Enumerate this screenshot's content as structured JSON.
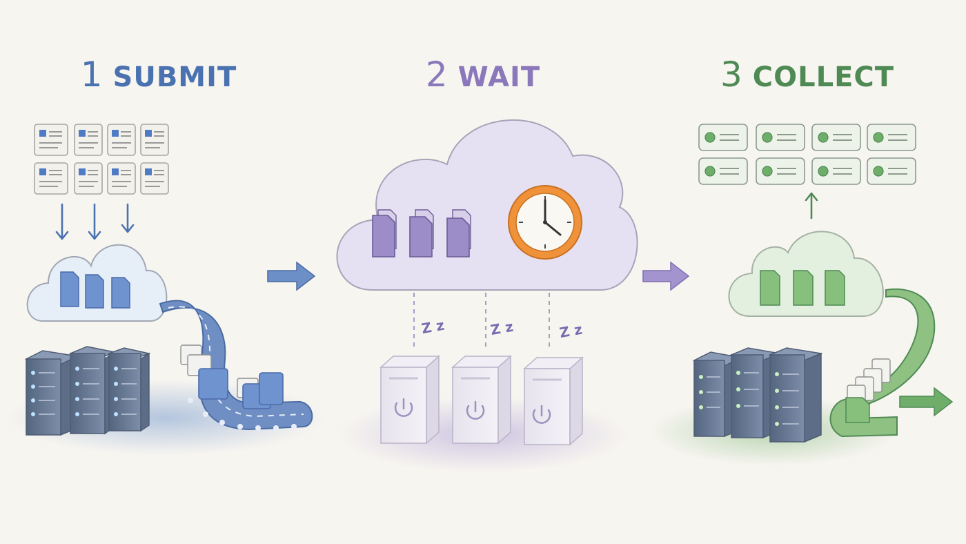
{
  "steps": [
    {
      "number": "1",
      "label": "SUBMIT"
    },
    {
      "number": "2",
      "label": "WAIT"
    },
    {
      "number": "3",
      "label": "COLLECT"
    }
  ],
  "sleep_text": "Z z",
  "colors": {
    "submit": "#4a72b0",
    "wait": "#8a78bb",
    "collect": "#4f8a55",
    "clock": "#f0923a",
    "background": "#f7f5f0"
  },
  "icons": [
    "document-icon",
    "file-icon",
    "cloud-icon",
    "server-icon",
    "conveyor-icon",
    "clock-icon",
    "power-icon",
    "arrow-icon",
    "result-card-icon"
  ]
}
